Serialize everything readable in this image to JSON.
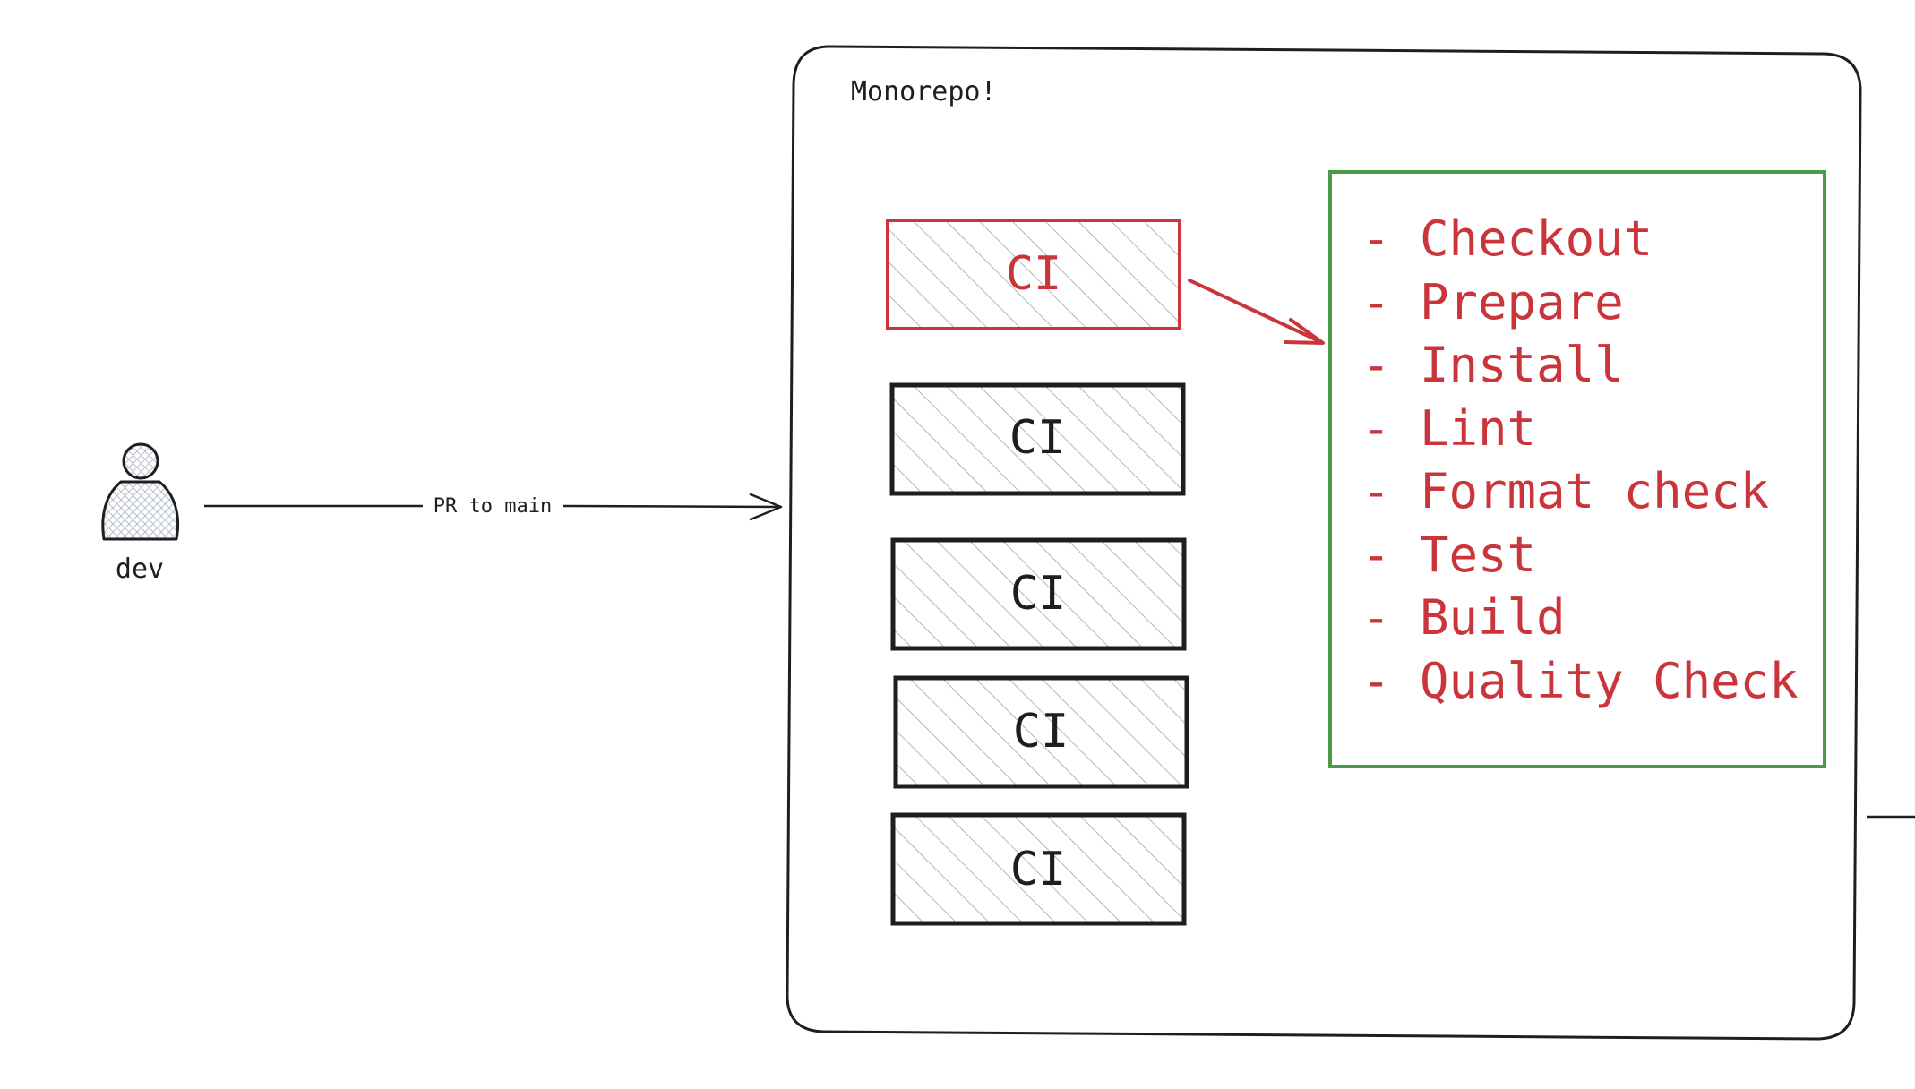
{
  "actor": {
    "label": "dev",
    "icon": "person-icon"
  },
  "edge": {
    "label": "PR to main"
  },
  "container": {
    "title": "Monorepo!"
  },
  "ci_boxes": [
    {
      "label": "CI",
      "highlighted": true
    },
    {
      "label": "CI",
      "highlighted": false
    },
    {
      "label": "CI",
      "highlighted": false
    },
    {
      "label": "CI",
      "highlighted": false
    },
    {
      "label": "CI",
      "highlighted": false
    }
  ],
  "steps": [
    "- Checkout",
    "- Prepare",
    "- Install",
    "- Lint",
    "- Format check",
    "- Test",
    "- Build",
    "- Quality Check"
  ],
  "colors": {
    "highlight": "#c9353a",
    "steps_border": "#4a9a4a",
    "stroke": "#1e1e1e",
    "hatch": "#b5b5b5"
  }
}
